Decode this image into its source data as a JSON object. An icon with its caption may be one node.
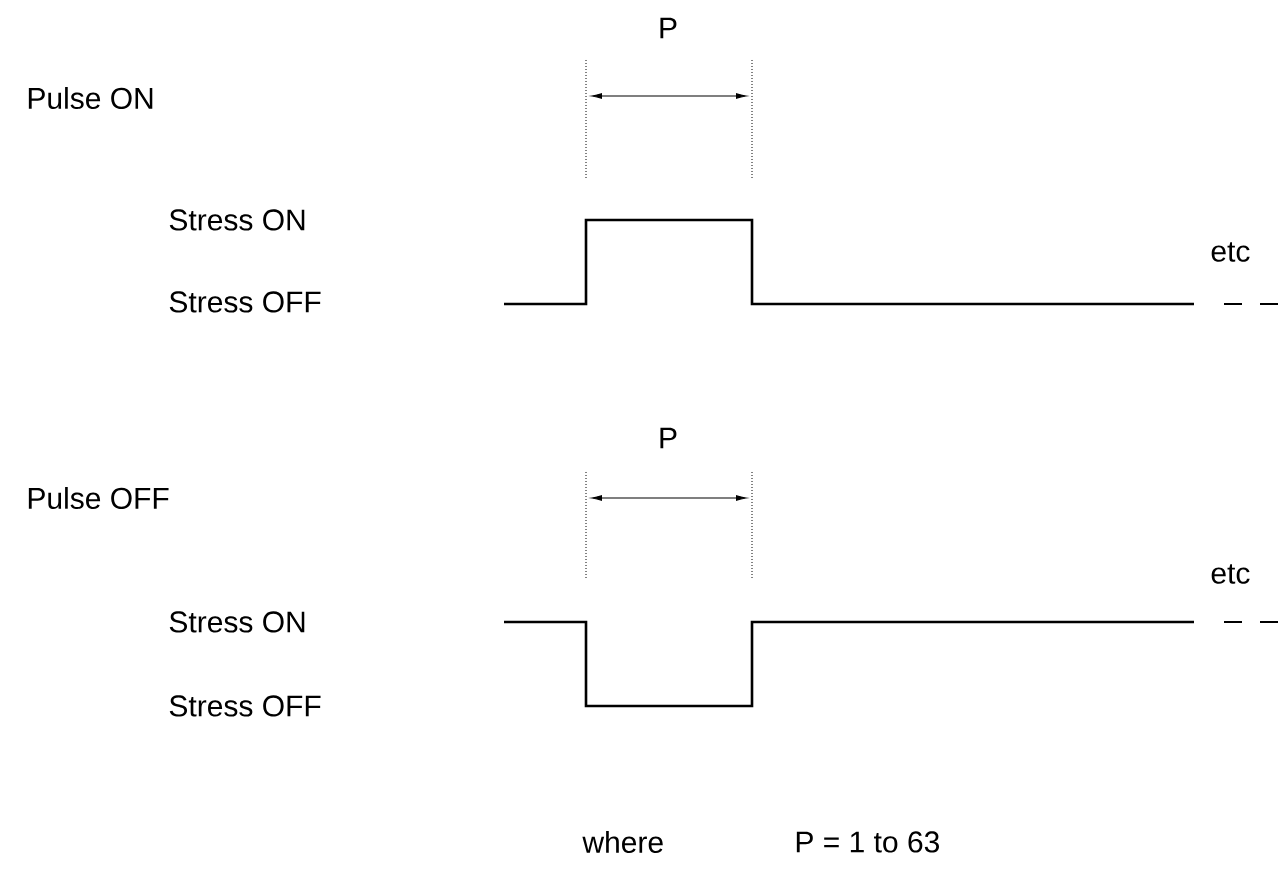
{
  "diagram": {
    "labels": [
      "P",
      "Pulse ON",
      "Stress ON",
      "etc",
      "Stress OFF",
      "P",
      "Pulse OFF",
      "etc",
      "Stress ON",
      "Stress OFF",
      "where",
      "P = 1 to 63"
    ]
  }
}
